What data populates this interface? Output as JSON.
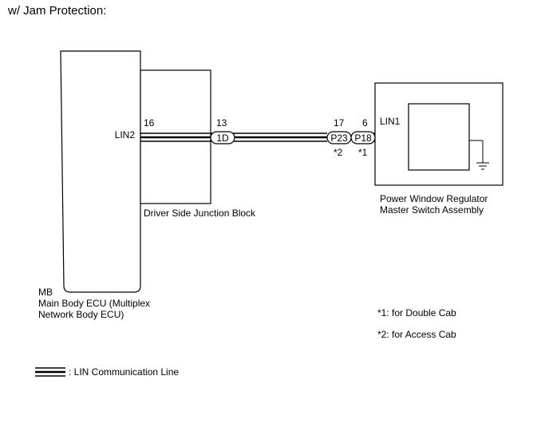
{
  "header": {
    "title": "w/ Jam Protection:"
  },
  "ecu": {
    "code": "MB",
    "name_line1": "Main Body ECU (Multiplex",
    "name_line2": "Network Body ECU)",
    "pin_label": "LIN2",
    "pin_number": "16"
  },
  "junction_block": {
    "name": "Driver Side Junction Block",
    "pin_number": "13",
    "connector": "1D"
  },
  "connectors": [
    {
      "pin_number": "17",
      "code": "P23",
      "note": "*2"
    },
    {
      "pin_number": "6",
      "code": "P18",
      "note": "*1"
    }
  ],
  "switch": {
    "pin_label": "LIN1",
    "name_line1": "Power Window Regulator",
    "name_line2": "Master Switch Assembly"
  },
  "notes": [
    "*1: for Double Cab",
    "*2: for Access Cab"
  ],
  "legend": {
    "label": ": LIN Communication Line"
  }
}
